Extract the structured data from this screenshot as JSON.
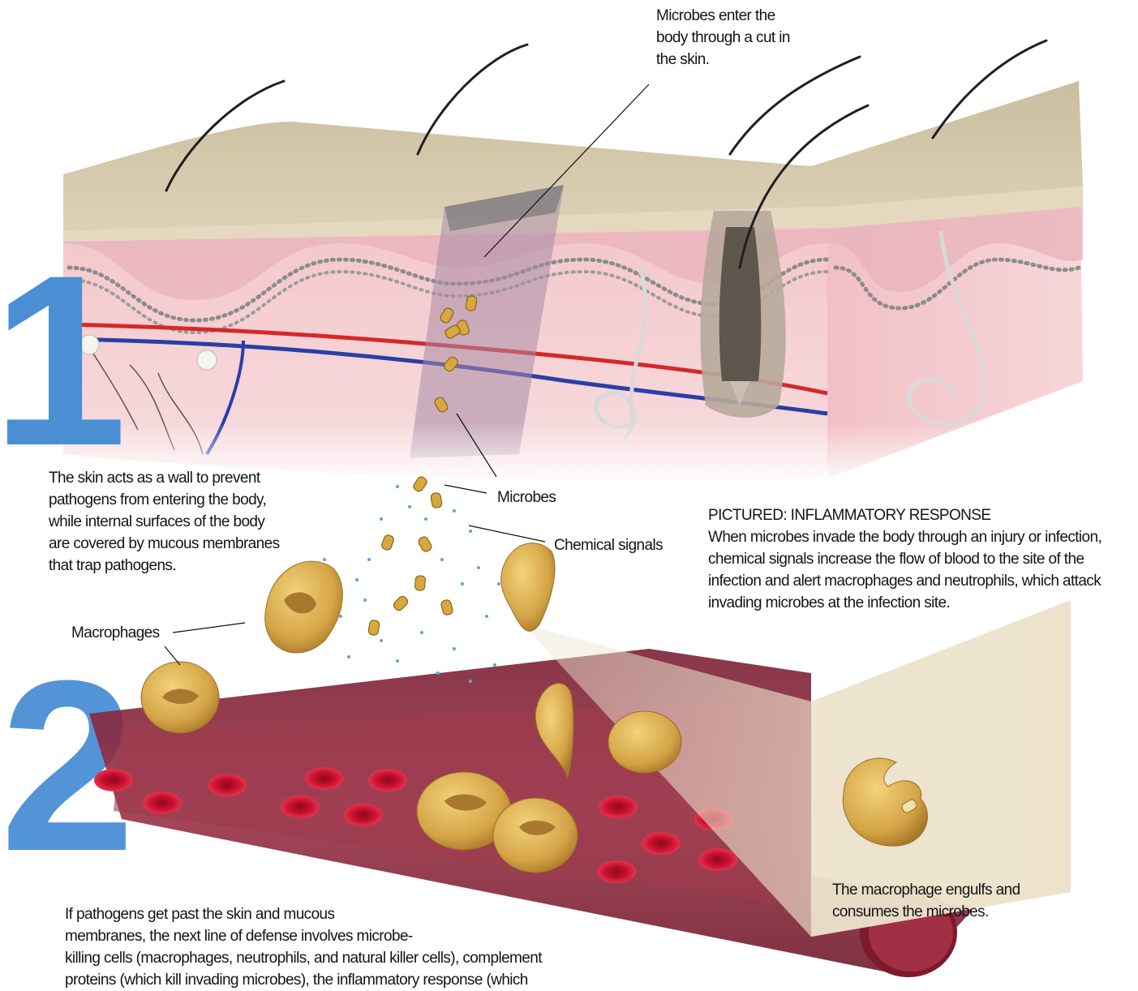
{
  "diagram": {
    "steps": [
      {
        "number": "1",
        "color": "#4a8fd4"
      },
      {
        "number": "2",
        "color": "#4a8fd4"
      }
    ],
    "labels": {
      "microbes_enter": [
        "Microbes enter the",
        "body through a cut in",
        "the skin."
      ],
      "microbes": "Microbes",
      "chemical_signals": "Chemical signals",
      "macrophages": "Macrophages"
    },
    "skin_text": [
      "The skin acts as a wall to prevent",
      "pathogens from entering the body,",
      "while internal surfaces of the body",
      "are covered by mucous membranes",
      "that trap pathogens."
    ],
    "pictured": {
      "heading": "PICTURED: INFLAMMATORY RESPONSE",
      "lines": [
        "When microbes invade the body through an injury or infection,",
        "chemical signals increase the flow of blood to the site of the",
        "infection and alert macrophages and neutrophils, which attack",
        "invading microbes at the infection site."
      ]
    },
    "engulf_text": [
      "The macrophage engulfs and",
      "consumes the microbes."
    ],
    "bottom_text": [
      "If pathogens get past the skin and mucous",
      "membranes, the next line of defense involves microbe-",
      "killing cells (macrophages, neutrophils, and natural killer cells), complement",
      "proteins (which kill invading microbes), the inflammatory response (which"
    ],
    "colors": {
      "skin_top": "#d6c9ad",
      "dermis": "#f2c4c8",
      "artery": "#d62828",
      "vein": "#2a3ea8",
      "vessel": "#8e2a3c",
      "red_cell": "#c8102e",
      "macrophage": "#d2a54a",
      "signal": "#5fa3d6"
    }
  }
}
